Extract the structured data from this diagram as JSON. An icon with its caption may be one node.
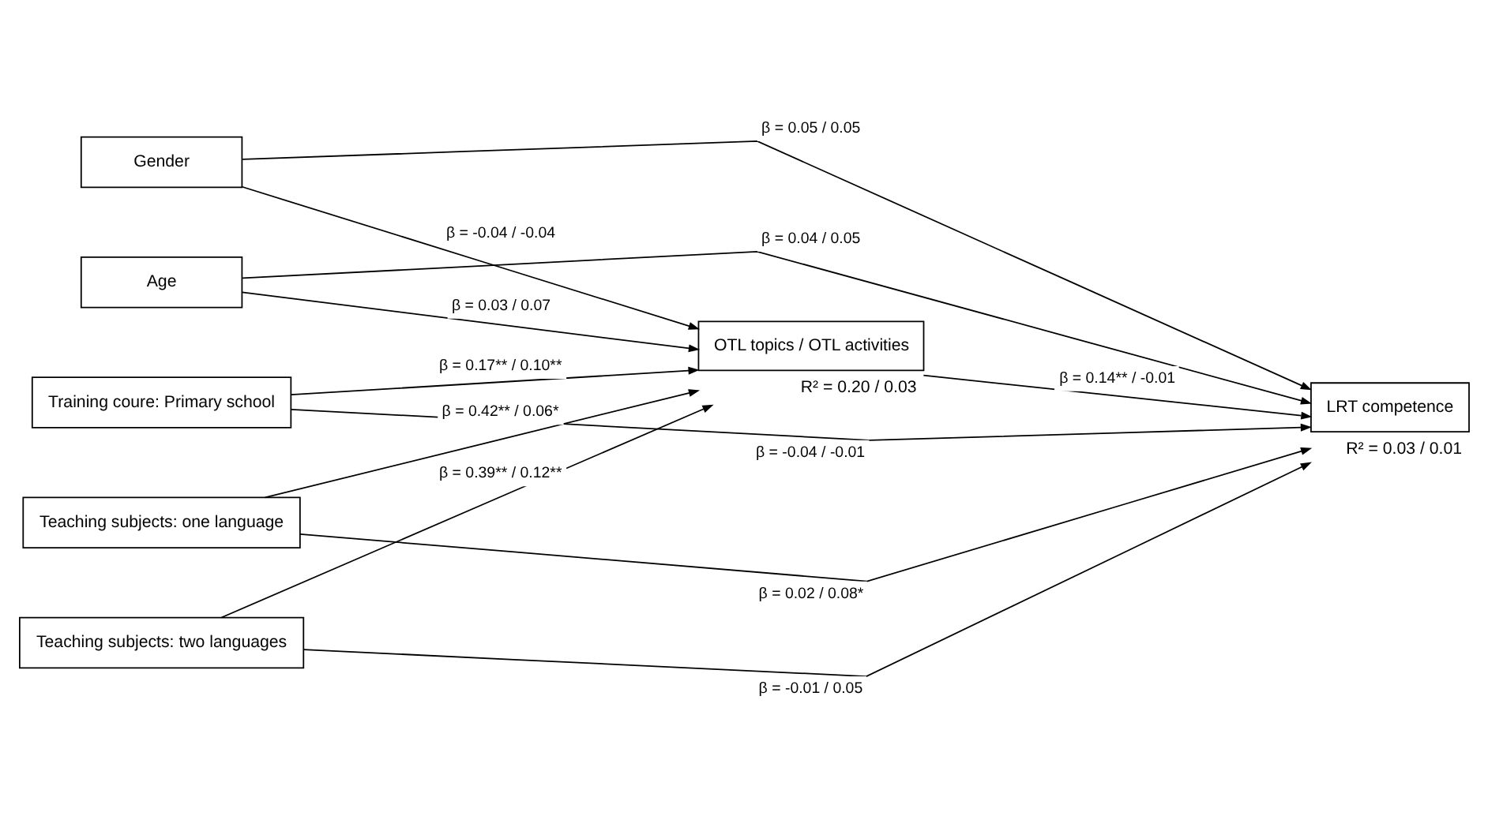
{
  "diagram": {
    "nodes": [
      {
        "text": [
          "Gender"
        ]
      },
      {
        "text": [
          "Age"
        ]
      },
      {
        "text": [
          "Training coure: Primary school"
        ]
      },
      {
        "text": [
          "Teaching subjects: one language"
        ]
      },
      {
        "text": [
          "Teaching subjects: two languages"
        ]
      },
      {
        "text": [
          "LRT competence"
        ],
        "beside": [
          "R² = 0.03 / 0.01"
        ]
      },
      {
        "text": [
          "OTL topics / OTL activities"
        ],
        "beside": [
          "R² = 0.20 / 0.03"
        ]
      }
    ],
    "edges": [
      {
        "from": 0,
        "to": 5,
        "arrow": "to",
        "label": "β = 0.05 / 0.05"
      },
      {
        "from": 0,
        "to": 6,
        "arrow": "to",
        "label": "β = -0.04 / -0.04"
      },
      {
        "from": 1,
        "to": 5,
        "arrow": "to",
        "label": "β = 0.04 / 0.05"
      },
      {
        "from": 1,
        "to": 6,
        "arrow": "to",
        "label": "β = 0.03 / 0.07"
      },
      {
        "from": 2,
        "to": 5,
        "arrow": "to",
        "label": "β = -0.04 / -0.01"
      },
      {
        "from": 2,
        "to": 6,
        "arrow": "to",
        "label": "β = 0.17** / 0.10**"
      },
      {
        "from": 3,
        "to": 5,
        "arrow": "to",
        "label": "β = 0.02 / 0.08*"
      },
      {
        "from": 3,
        "to": 6,
        "arrow": "to",
        "label": "β = 0.42** / 0.06*"
      },
      {
        "from": 4,
        "to": 5,
        "arrow": "to",
        "label": "β = -0.01 / 0.05"
      },
      {
        "from": 4,
        "to": 6,
        "arrow": "to",
        "label": "β = 0.39** / 0.12**"
      },
      {
        "from": 6,
        "to": 5,
        "arrow": "to",
        "label": "β = 0.14** / -0.01"
      }
    ]
  }
}
